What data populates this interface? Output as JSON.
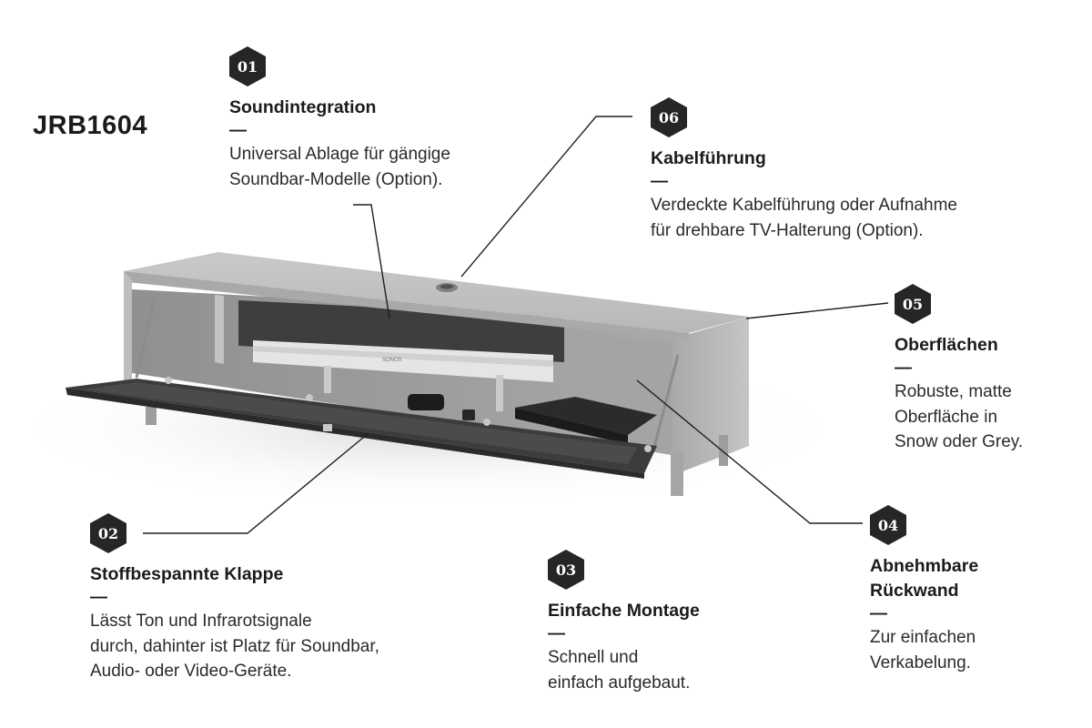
{
  "model": "JRB1604",
  "callouts": [
    {
      "num": "01",
      "title": "Soundintegration",
      "dash": "—",
      "desc": "Universal Ablage für gängige\nSoundbar-Modelle (Option)."
    },
    {
      "num": "02",
      "title": "Stoffbespannte Klappe",
      "dash": "—",
      "desc": "Lässt Ton und Infrarotsignale\ndurch, dahinter ist Platz für Soundbar,\nAudio- oder Video-Geräte."
    },
    {
      "num": "03",
      "title": "Einfache Montage",
      "dash": "—",
      "desc": "Schnell und\neinfach aufgebaut."
    },
    {
      "num": "04",
      "title": "Abnehmbare\nRückwand",
      "dash": "—",
      "desc": "Zur einfachen\nVerkabelung."
    },
    {
      "num": "05",
      "title": "Oberflächen",
      "dash": "—",
      "desc": "Robuste, matte\nOberfläche in\nSnow oder Grey."
    },
    {
      "num": "06",
      "title": "Kabelführung",
      "dash": "—",
      "desc": "Verdeckte Kabelführung oder Aufnahme\nfür drehbare TV-Halterung (Option)."
    }
  ],
  "soundbar_brand": "SONOS",
  "colors": {
    "badge": "#262626",
    "cabinet": "#b9babb",
    "line": "#1f1f1f"
  }
}
